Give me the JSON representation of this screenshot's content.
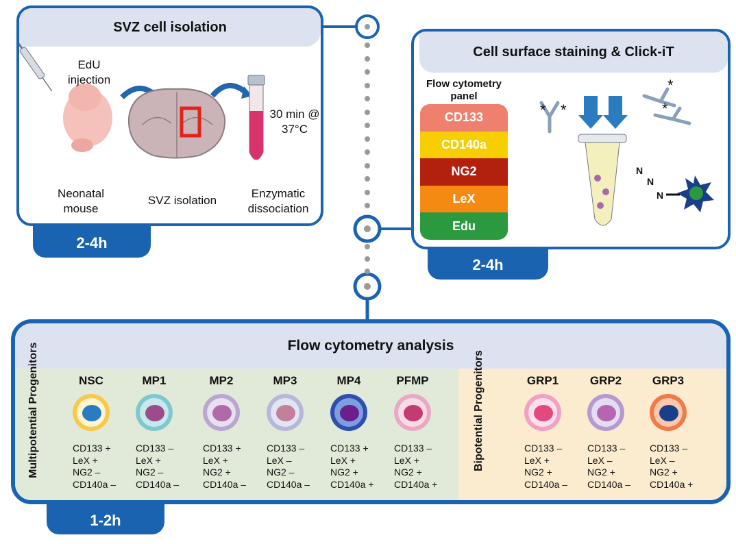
{
  "colors": {
    "accent": "#1a63b0",
    "header_bg": "#dde2f1",
    "multi_bg": "#e1ead8",
    "bi_bg": "#fbecd0"
  },
  "svz": {
    "title": "SVZ cell isolation",
    "edu_injection": "EdU injection",
    "time_label": "30 min @ 37°C",
    "caption_neonatal": "Neonatal mouse",
    "caption_svz": "SVZ isolation",
    "caption_enzymatic": "Enzymatic dissociation",
    "duration": "2-4h"
  },
  "staining": {
    "title": "Cell surface staining & Click-iT",
    "panel_title": "Flow cytometry panel",
    "markers": [
      {
        "name": "CD133",
        "color": "#f0806e"
      },
      {
        "name": "CD140a",
        "color": "#f7cf00"
      },
      {
        "name": "NG2",
        "color": "#b3200e"
      },
      {
        "name": "LeX",
        "color": "#f58a13"
      },
      {
        "name": "Edu",
        "color": "#2b9a3e"
      }
    ],
    "duration": "2-4h"
  },
  "analysis": {
    "title": "Flow cytometry analysis",
    "multi_label": "Multipotential Progenitors",
    "bi_label": "Bipotential Progenitors",
    "duration": "1-2h",
    "multi_cells": [
      {
        "name": "NSC",
        "markers": [
          "CD133 +",
          "LeX +",
          "NG2 –",
          "CD140a –"
        ]
      },
      {
        "name": "MP1",
        "markers": [
          "CD133 –",
          "LeX +",
          "NG2 –",
          "CD140a –"
        ]
      },
      {
        "name": "MP2",
        "markers": [
          "CD133 +",
          "LeX +",
          "NG2 +",
          "CD140a –"
        ]
      },
      {
        "name": "MP3",
        "markers": [
          "CD133 –",
          "LeX –",
          "NG2 –",
          "CD140a –"
        ]
      },
      {
        "name": "MP4",
        "markers": [
          "CD133 +",
          "LeX +",
          "NG2 +",
          "CD140a +"
        ]
      },
      {
        "name": "PFMP",
        "markers": [
          "CD133 –",
          "LeX +",
          "NG2 +",
          "CD140a +"
        ]
      }
    ],
    "bi_cells": [
      {
        "name": "GRP1",
        "markers": [
          "CD133 –",
          "LeX +",
          "NG2 +",
          "CD140a –"
        ]
      },
      {
        "name": "GRP2",
        "markers": [
          "CD133 –",
          "LeX –",
          "NG2 +",
          "CD140a –"
        ]
      },
      {
        "name": "GRP3",
        "markers": [
          "CD133 –",
          "LeX –",
          "NG2 +",
          "CD140a +"
        ]
      }
    ]
  }
}
